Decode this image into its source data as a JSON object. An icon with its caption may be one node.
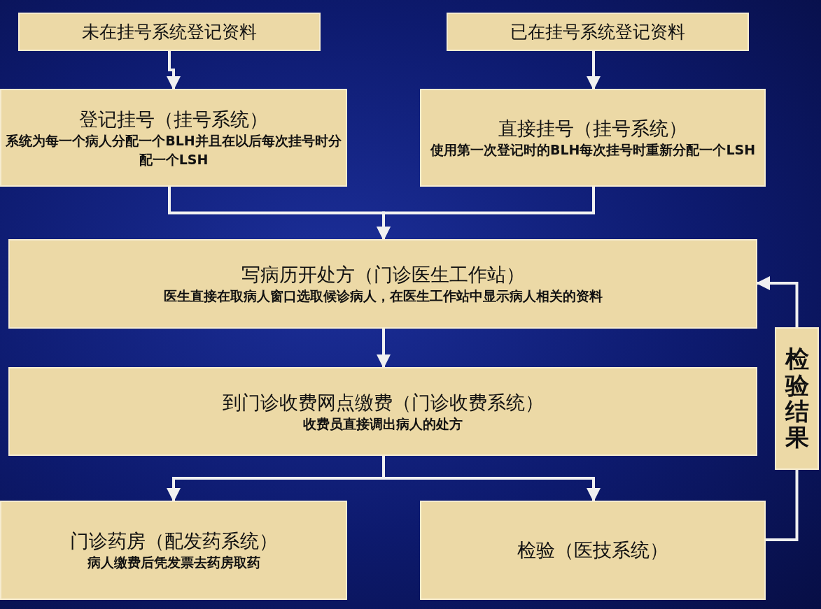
{
  "diagram": {
    "nodes": [
      {
        "text": [
          "未在挂号系统登记资料"
        ]
      },
      {
        "text": [
          "已在挂号系统登记资料"
        ]
      },
      {
        "text": [
          "登记挂号（挂号系统）",
          "系统为每一个病人分配一个BLH并且在以后每次挂号时分配一个LSH"
        ]
      },
      {
        "text": [
          "直接挂号（挂号系统）",
          "使用第一次登记时的BLH每次挂号时重新分配一个LSH"
        ]
      },
      {
        "text": [
          "写病历开处方（门诊医生工作站）",
          "医生直接在取病人窗口选取候诊病人，在医生工作站中显示病人相关的资料"
        ]
      },
      {
        "text": [
          "到门诊收费网点缴费（门诊收费系统）",
          "收费员直接调出病人的处方"
        ]
      },
      {
        "text": [
          "门诊药房（配发药系统）",
          "病人缴费后凭发票去药房取药"
        ]
      },
      {
        "text": [
          "检验（医技系统）"
        ]
      },
      {
        "text": [
          "检验结果"
        ]
      }
    ],
    "edges": [
      {
        "from": 0,
        "to": 2,
        "arrow": "to"
      },
      {
        "from": 1,
        "to": 3,
        "arrow": "to"
      },
      {
        "from": 2,
        "to": 4,
        "arrow": "to"
      },
      {
        "from": 3,
        "to": 4,
        "arrow": "to"
      },
      {
        "from": 4,
        "to": 5,
        "arrow": "to"
      },
      {
        "from": 5,
        "to": 6,
        "arrow": "to"
      },
      {
        "from": 5,
        "to": 7,
        "arrow": "to"
      },
      {
        "from": 7,
        "to": 8,
        "arrow": "none"
      },
      {
        "from": 8,
        "to": 4,
        "arrow": "to"
      }
    ]
  }
}
